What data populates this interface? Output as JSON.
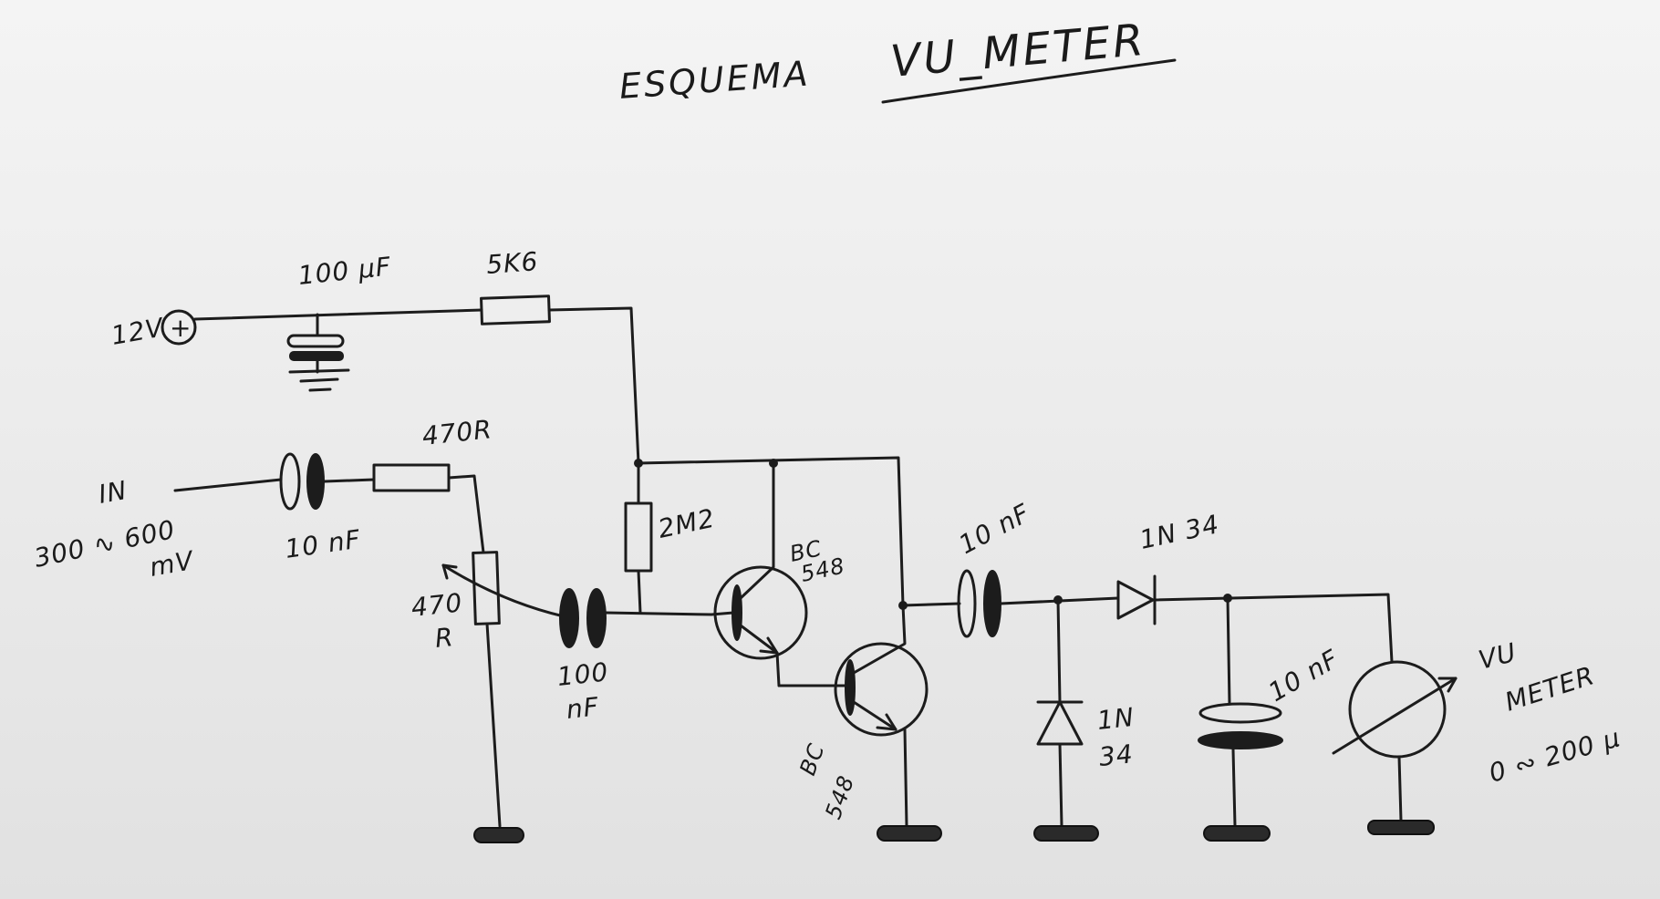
{
  "title": {
    "prefix": "ESQUEMA",
    "main": "VU_METER"
  },
  "labels": {
    "supply": "12V",
    "supply_symbol": "+",
    "cap_supply": "100 μF",
    "r_5k6": "5K6",
    "r_470_series": "470R",
    "input_line1": "IN",
    "input_line2": "300 ∿ 600",
    "input_line3": "mV",
    "cap_input": "10 nF",
    "pot_line1": "470",
    "pot_line2": "R",
    "cap_coupling_line1": "100",
    "cap_coupling_line2": "nF",
    "r_2m2": "2M2",
    "q1_line1": "BC",
    "q1_line2": "548",
    "q2_line1": "BC",
    "q2_line2": "548",
    "cap_output": "10 nF",
    "diode_series": "1N 34",
    "diode_shunt_line1": "1N",
    "diode_shunt_line2": "34",
    "cap_filter": "10 nF",
    "meter_line1": "VU",
    "meter_line2": "METER",
    "meter_line3": "0 ∾ 200 μ"
  }
}
